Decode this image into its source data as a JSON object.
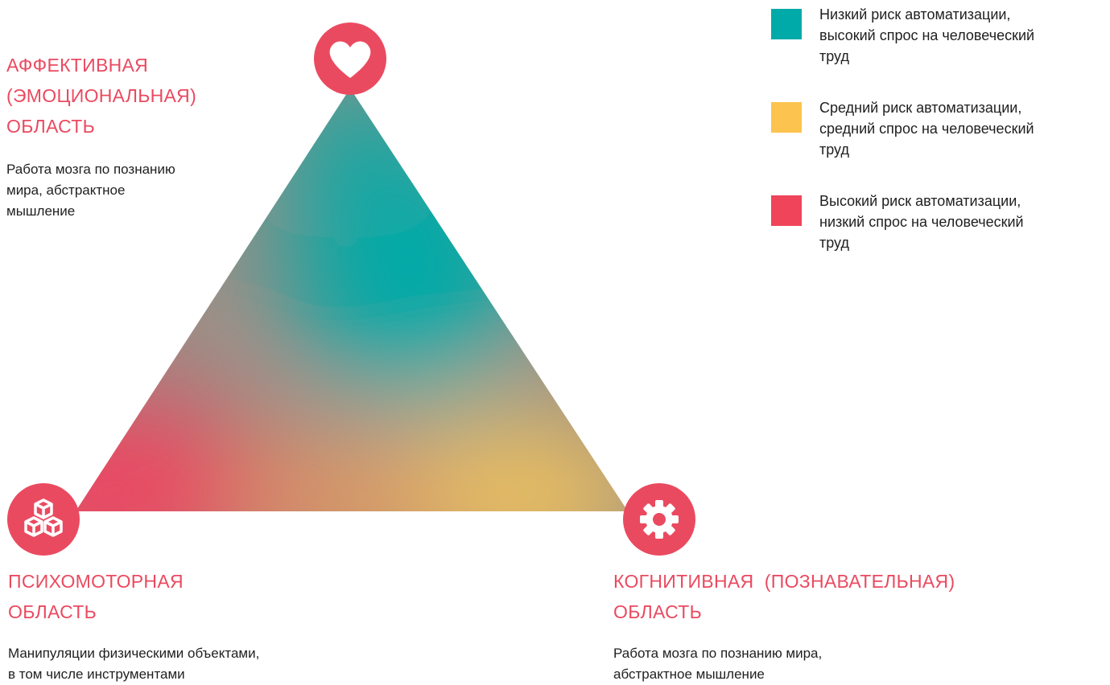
{
  "diagram": {
    "affective": {
      "title_lines": [
        "АФФЕКТИВНАЯ",
        "(ЭМОЦИОНАЛЬНАЯ)",
        "ОБЛАСТЬ"
      ],
      "desc_lines": [
        "Работа мозга по познанию",
        "мира, абстрактное",
        "мышление"
      ],
      "icon": "heart-icon"
    },
    "psychomotor": {
      "title_lines": [
        "ПСИХОМОТОРНАЯ",
        "ОБЛАСТЬ"
      ],
      "desc_lines": [
        "Манипуляции физическими объектами,",
        "в том числе инструментами"
      ],
      "icon": "cubes-icon"
    },
    "cognitive": {
      "title_lines": [
        "КОГНИТИВНАЯ  (ПОЗНАВАТЕЛЬНАЯ)",
        "ОБЛАСТЬ"
      ],
      "desc_lines": [
        "Работа мозга по познанию мира,",
        "абстрактное мышление"
      ],
      "icon": "gear-icon"
    }
  },
  "legend": [
    {
      "lines": [
        "Низкий риск автоматизации,",
        "высокий спрос на человеческий",
        "труд"
      ],
      "color": "#00aaa8"
    },
    {
      "lines": [
        "Средний риск автоматизации,",
        "средний спрос на человеческий",
        "труд"
      ],
      "color": "#fcc44e"
    },
    {
      "lines": [
        "Высокий риск автоматизации,",
        "низкий спрос на человеческий",
        "труд"
      ],
      "color": "#f0445a"
    }
  ],
  "colors": {
    "accent": "#ea4a60",
    "teal": "#00aaa8",
    "yellow": "#f2c35c",
    "red": "#ef4460",
    "text": "#1f1f1f"
  }
}
